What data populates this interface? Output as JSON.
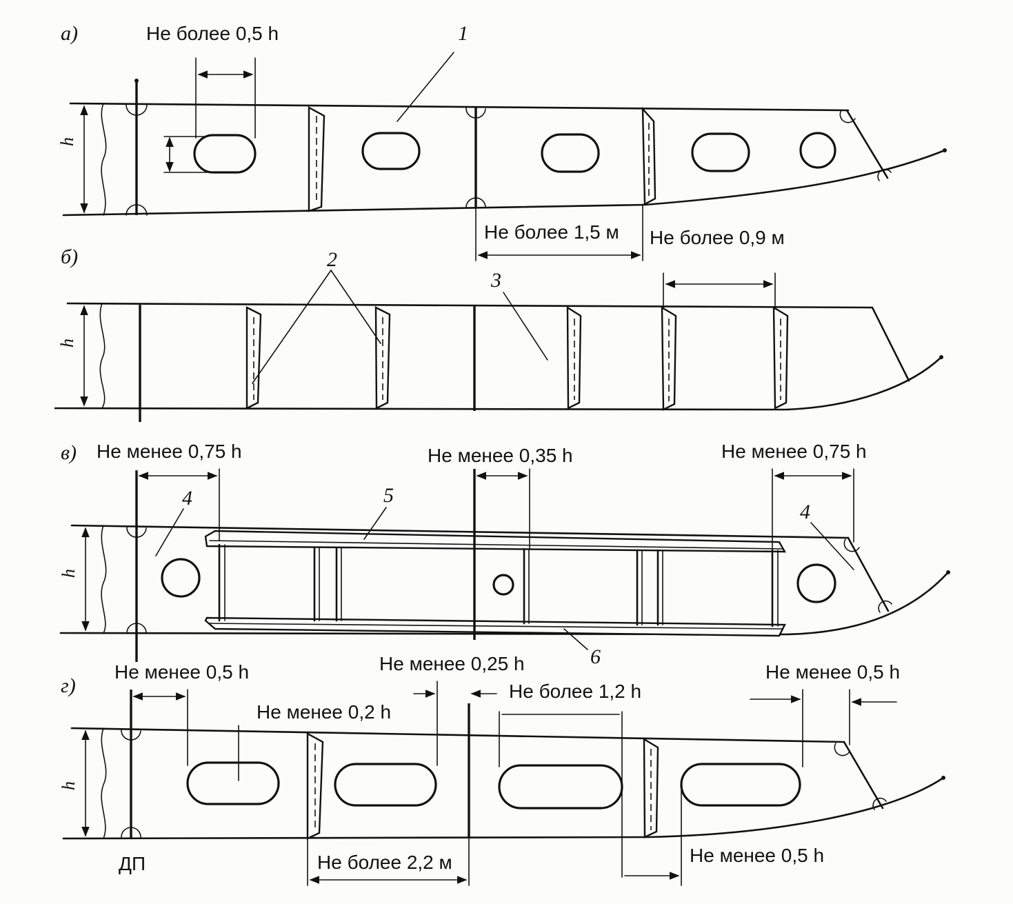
{
  "panels": {
    "a": {
      "letter": "а)",
      "dims": [
        "Не более 0,5 h",
        "Не более 1,5 м",
        "Не более 0,9 м"
      ],
      "callout": "1",
      "height_label": "h"
    },
    "b": {
      "letter": "б)",
      "callouts": [
        "2",
        "3"
      ],
      "height_label": "h"
    },
    "v": {
      "letter": "в)",
      "dims": [
        "Не менее 0,75 h",
        "Не менее 0,35 h",
        "Не менее 0,75 h"
      ],
      "callouts": [
        "4",
        "5",
        "4",
        "6"
      ],
      "height_label": "h"
    },
    "g": {
      "letter": "г)",
      "dims": [
        "Не менее 0,5 h",
        "Не менее 0,25 h",
        "Не более 1,2 h",
        "Не менее 0,5 h",
        "Не менее 0,2 h",
        "Не более 2,2 м",
        "Не менее 0,5 h"
      ],
      "dp_label": "ДП",
      "height_label": "h"
    }
  }
}
